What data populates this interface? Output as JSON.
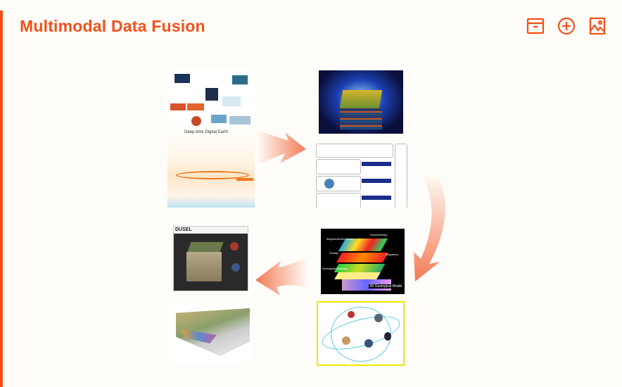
{
  "header": {
    "title": "Multimodal Data Fusion"
  },
  "toolbar": {
    "buttons": [
      {
        "name": "archive-button",
        "icon": "archive-icon"
      },
      {
        "name": "add-button",
        "icon": "plus-circle-icon"
      },
      {
        "name": "image-button",
        "icon": "image-icon"
      }
    ]
  },
  "images": {
    "deep_time_title": "Deep-time Digital Earth",
    "dusel_title": "DUSEL",
    "geology_layers": [
      "Geochemistry",
      "Magnetotelluric Lines",
      "Gravity",
      "Magnetics",
      "Geological Mapping",
      "3D Geological Model"
    ]
  },
  "colors": {
    "accent": "#f2501a",
    "arrow": "#f47a55",
    "background": "#fefdf9"
  }
}
